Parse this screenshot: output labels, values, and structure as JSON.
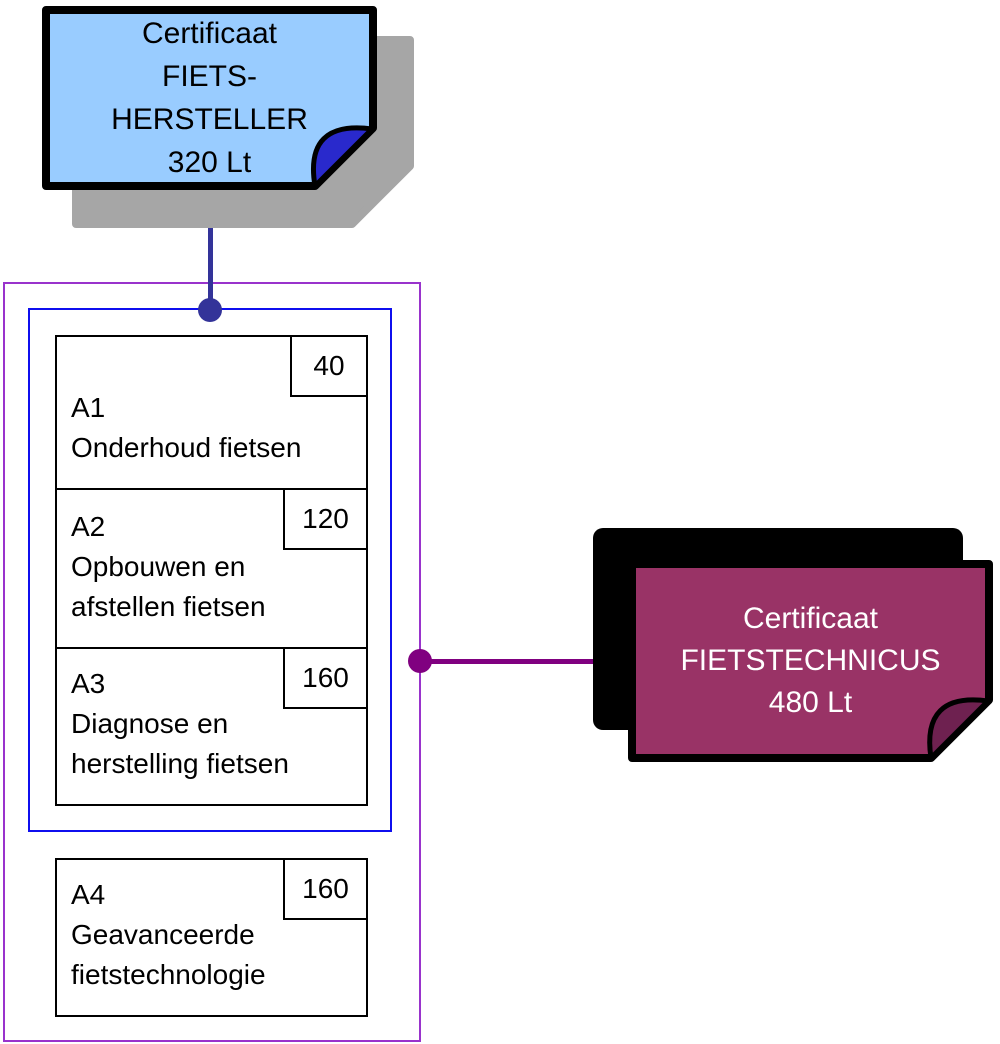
{
  "certificates": {
    "fietshersteller": {
      "lines": [
        "Certificaat",
        "FIETS-",
        "HERSTELLER",
        "320 Lt"
      ],
      "fill_color": "#99ccff",
      "fold_color": "#2929cc",
      "shadow_color": "#a6a6a6",
      "text_color": "#000000"
    },
    "fietstechnicus": {
      "lines": [
        "Certificaat",
        "FIETSTECHNICUS",
        "480 Lt"
      ],
      "fill_color": "#993366",
      "fold_color": "#6e2150",
      "shadow_color": "#000000",
      "text_color": "#ffffff"
    }
  },
  "modules": [
    {
      "code": "A1",
      "hours": "40",
      "title_lines": [
        "Onderhoud fietsen"
      ]
    },
    {
      "code": "A2",
      "hours": "120",
      "title_lines": [
        "Opbouwen en",
        "afstellen fietsen"
      ]
    },
    {
      "code": "A3",
      "hours": "160",
      "title_lines": [
        "Diagnose en",
        "herstelling fietsen"
      ]
    },
    {
      "code": "A4",
      "hours": "160",
      "title_lines": [
        "Geavanceerde",
        "fietstechnologie"
      ]
    }
  ],
  "colors": {
    "outer_container_border": "#9933cc",
    "inner_container_border": "#0f0fee",
    "top_connector": "#333399",
    "right_connector": "#800080",
    "module_border": "#000000",
    "background": "#ffffff"
  }
}
